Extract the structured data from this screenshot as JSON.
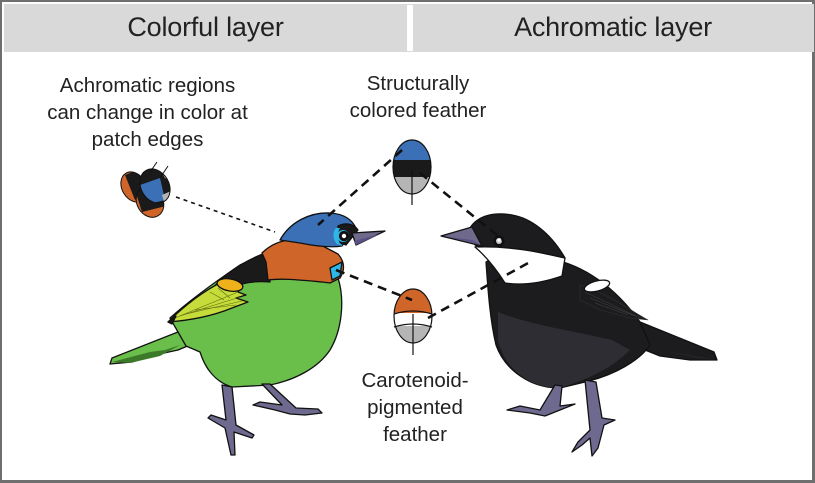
{
  "header": {
    "left_title": "Colorful layer",
    "right_title": "Achromatic layer",
    "background": "#d9d9d9"
  },
  "labels": {
    "achromatic_regions": "Achromatic regions can change in color at patch edges",
    "structural_feather": "Structurally colored feather",
    "carotenoid_feather": "Carotenoid-pigmented feather"
  },
  "label_lines": {
    "achromatic_regions": [
      "Achromatic regions",
      "can change in color at",
      "patch edges"
    ],
    "structural_feather": [
      "Structurally",
      "colored feather"
    ],
    "carotenoid_feather": [
      "Carotenoid-",
      "pigmented",
      "feather"
    ]
  },
  "figures": {
    "colorful_bird": {
      "description": "Colorful tanager (left) with blue crown, orange throat band, black nape, green body, yellow-green wing",
      "colors": {
        "crown": "#3b6fb6",
        "eye_ring": "#2fb6e8",
        "throat": "#d0652a",
        "nape": "#1a1a1a",
        "body": "#6abf4b",
        "tail": "#3c7a2a",
        "wing": "#c6dc3a",
        "shoulder": "#f0b21b",
        "beak": "#6f6a8c",
        "legs": "#6e6a8f"
      }
    },
    "achromatic_bird": {
      "description": "Achromatic bird (right) with black body, white throat band, white wing patch",
      "colors": {
        "body": "#1c1c1e",
        "belly": "#2e2d33",
        "throat_band": "#ffffff",
        "wing_patch": "#ffffff",
        "beak": "#6f6a8c",
        "legs": "#6e6a8f"
      }
    },
    "structural_feather": {
      "colors": {
        "tip": "#3b6fb6",
        "middle": "#1a1a1a",
        "base": "#b5b5b5"
      }
    },
    "carotenoid_feather": {
      "colors": {
        "tip": "#d0652a",
        "middle": "#ffffff",
        "base": "#b5b5b5"
      }
    },
    "edge_feathers": {
      "colors": [
        "#d0652a",
        "#1a1a1a",
        "#3b6fb6",
        "#b5b5b5"
      ]
    }
  }
}
